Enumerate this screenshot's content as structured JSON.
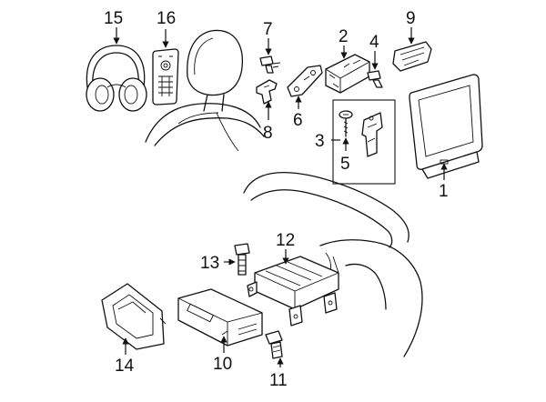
{
  "colors": {
    "ink": "#111111",
    "background": "#ffffff"
  },
  "callouts": [
    {
      "id": "1",
      "label": "1"
    },
    {
      "id": "2",
      "label": "2"
    },
    {
      "id": "3",
      "label": "3"
    },
    {
      "id": "4",
      "label": "4"
    },
    {
      "id": "5",
      "label": "5"
    },
    {
      "id": "6",
      "label": "6"
    },
    {
      "id": "7",
      "label": "7"
    },
    {
      "id": "8",
      "label": "8"
    },
    {
      "id": "9",
      "label": "9"
    },
    {
      "id": "10",
      "label": "10"
    },
    {
      "id": "11",
      "label": "11"
    },
    {
      "id": "12",
      "label": "12"
    },
    {
      "id": "13",
      "label": "13"
    },
    {
      "id": "14",
      "label": "14"
    },
    {
      "id": "15",
      "label": "15"
    },
    {
      "id": "16",
      "label": "16"
    }
  ]
}
